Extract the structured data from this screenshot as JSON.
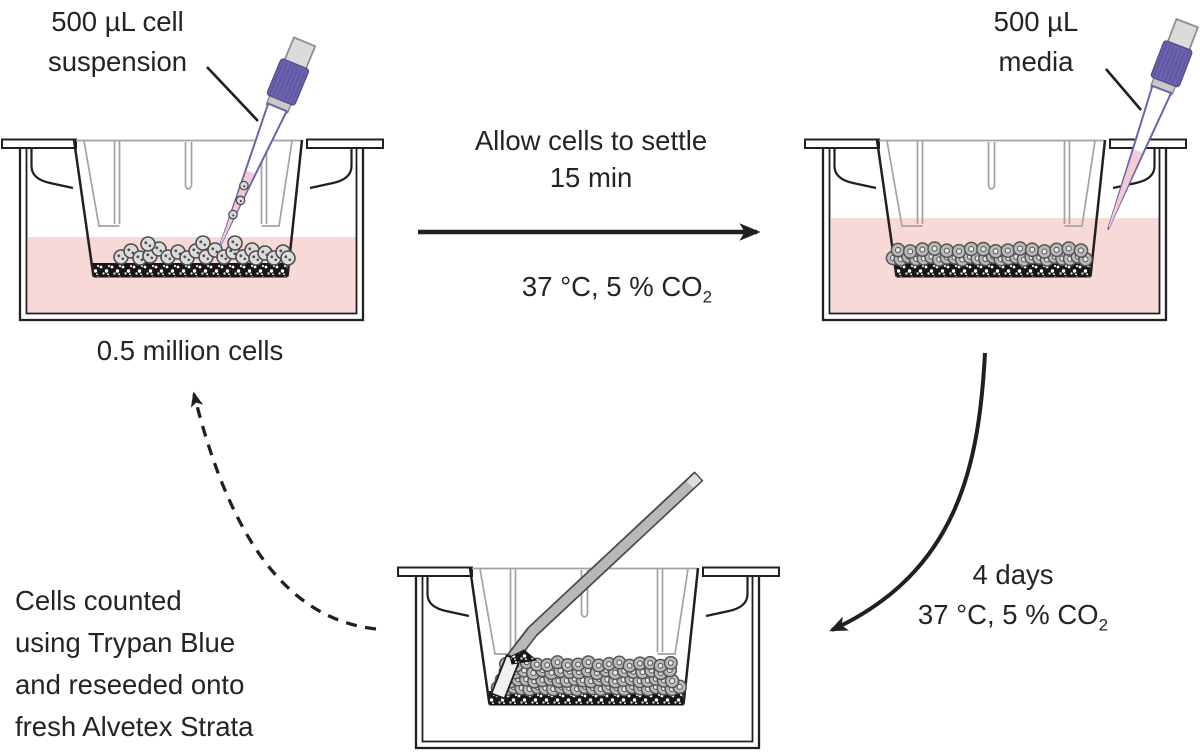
{
  "diagram": {
    "type": "protocol-workflow",
    "labels": {
      "suspension": {
        "line1": "500 µL cell",
        "line2": "suspension"
      },
      "seed_count": "0.5 million cells",
      "settle": {
        "line1": "Allow cells to settle",
        "line2": "15 min"
      },
      "conditions_mid": {
        "text": "37 °C, 5 % CO",
        "sub": "2"
      },
      "media": {
        "line1": "500 µL",
        "line2": "media"
      },
      "incubate": {
        "duration": "4 days",
        "text": "37 °C, 5 % CO",
        "sub": "2"
      },
      "recycle": {
        "line1": "Cells counted",
        "line2": "using Trypan Blue",
        "line3": "and reseeded onto",
        "line4": "fresh Alvetex Strata"
      }
    },
    "colors": {
      "ink": "#231f20",
      "media_pink": "#f7d9d7",
      "tip_pink": "#f3ccd1",
      "pipette_purple": "#6b63ad",
      "insert_gray": "#a3a3a3",
      "cell_fill_light": "#dcdcdc",
      "cell_fill_dark": "#b9b9b9",
      "cell_stroke": "#4d4d4d",
      "spatula_gray": "#b8b8b8"
    },
    "illustrations": {
      "well_left": "culture-well-insert-seeding",
      "well_right": "culture-well-insert-media-top-up",
      "well_bottom": "culture-well-insert-membrane-release",
      "pipette_left": "micropipette-cell-suspension",
      "pipette_right": "micropipette-media",
      "spatula": "membrane-lifting-spatula",
      "arrow_settle": "right-arrow",
      "arrow_incubate": "curved-down-left-arrow",
      "arrow_reseed": "dashed-curved-up-arrow"
    }
  }
}
